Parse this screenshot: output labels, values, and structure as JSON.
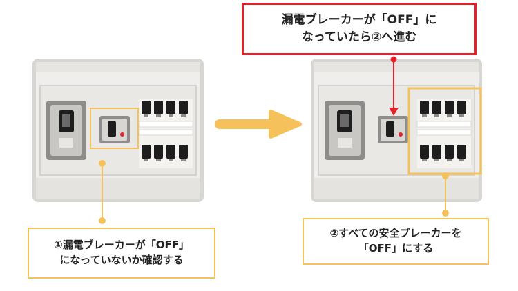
{
  "callouts": {
    "left": {
      "line1": "①漏電ブレーカーが「OFF」",
      "line2": "になっていないか確認する"
    },
    "top": {
      "line1": "漏電ブレーカーが「OFF」に",
      "line2": "なっていたら②へ進む"
    },
    "right": {
      "line1": "②すべての安全ブレーカーを",
      "line2": "「OFF」にする"
    }
  },
  "colors": {
    "highlight": "#f5c15a",
    "alert": "#e3212b",
    "panel_body": "#eeeeec",
    "breaker_switch": "#1d1d1d"
  },
  "icons": {
    "flow_arrow": "right-arrow-icon",
    "panels": [
      "breaker-panel-before",
      "breaker-panel-after"
    ]
  }
}
